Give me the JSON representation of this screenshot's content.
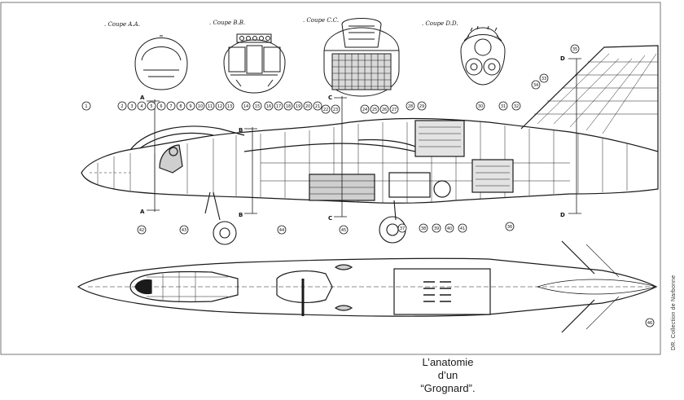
{
  "sections": [
    {
      "id": "AA",
      "label": ". Coupe A.A."
    },
    {
      "id": "BB",
      "label": ". Coupe B.B."
    },
    {
      "id": "CC",
      "label": ". Coupe C.C."
    },
    {
      "id": "DD",
      "label": ". Coupe D.D."
    }
  ],
  "callouts": [
    "1",
    "2",
    "3",
    "4",
    "5",
    "6",
    "7",
    "8",
    "9",
    "10",
    "11",
    "12",
    "13",
    "14",
    "15",
    "16",
    "17",
    "18",
    "19",
    "20",
    "21",
    "22",
    "23",
    "24",
    "25",
    "26",
    "27",
    "28",
    "29",
    "30",
    "31",
    "32",
    "33",
    "34",
    "35",
    "36",
    "37",
    "38",
    "39",
    "40",
    "41",
    "42",
    "43",
    "44",
    "45",
    "46"
  ],
  "section_marks": [
    "A",
    "A",
    "B",
    "B",
    "C",
    "C",
    "D",
    "D"
  ],
  "caption": {
    "line1": "L’anatomie",
    "line2": "d’un",
    "line3": "“Grognard”."
  },
  "credit": "DR. Collection de Narbonne",
  "colors": {
    "ink": "#1a1a1a",
    "paper": "#ffffff",
    "frame": "#555555"
  }
}
